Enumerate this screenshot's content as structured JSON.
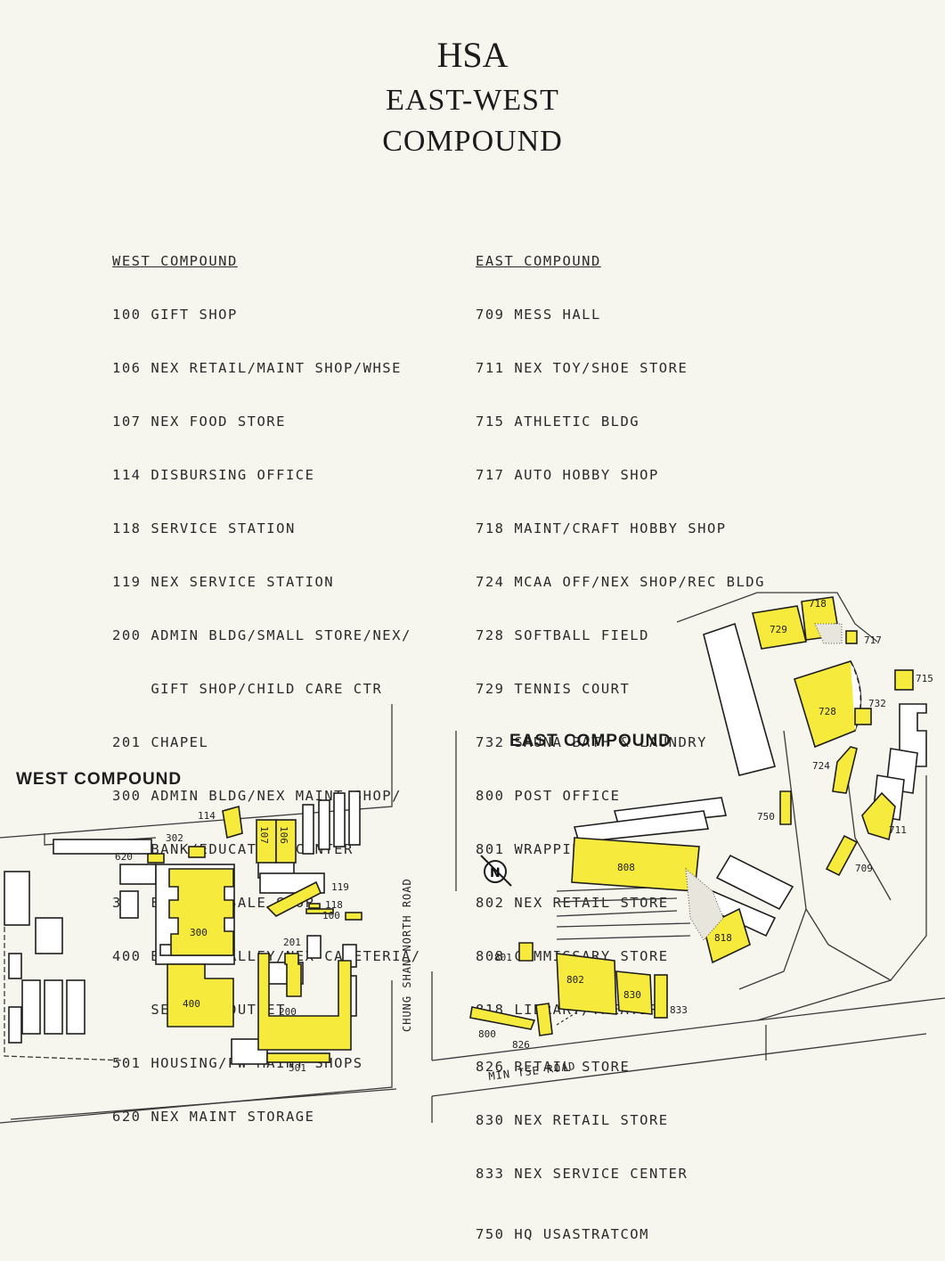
{
  "title": {
    "line1": "HSA",
    "line2": "EAST-WEST",
    "line3": "COMPOUND"
  },
  "legend": {
    "west_header": "WEST COMPOUND",
    "west": [
      "100 GIFT SHOP",
      "106 NEX RETAIL/MAINT SHOP/WHSE",
      "107 NEX FOOD STORE",
      "114 DISBURSING OFFICE",
      "118 SERVICE STATION",
      "119 NEX SERVICE STATION",
      "200 ADMIN BLDG/SMALL STORE/NEX/",
      "    GIFT SHOP/CHILD CARE CTR",
      "201 CHAPEL",
      "300 ADMIN BLDG/NEX MAINT SHOP/",
      "    BANK/EDUCATION CENTER",
      "302 EMBASSY SALE SHOP",
      "400 BOWLING ALLEY/NEX CAFETERIA/",
      "    SERVICE OUTLET",
      "501 HOUSING/PW MAINT SHOPS",
      "620 NEX MAINT STORAGE"
    ],
    "east_header": "EAST COMPOUND",
    "east": [
      "709 MESS HALL",
      "711 NEX TOY/SHOE STORE",
      "715 ATHLETIC BLDG",
      "717 AUTO HOBBY SHOP",
      "718 MAINT/CRAFT HOBBY SHOP",
      "724 MCAA OFF/NEX SHOP/REC BLDG",
      "728 SOFTBALL FIELD",
      "729 TENNIS COURT",
      "732 SAUNA BATH & LAUNDRY",
      "800 POST OFFICE",
      "801 WRAPPING SERVICE",
      "802 NEX RETAIL STORE",
      "808 COMMISSARY STORE",
      "818 LIBRARY/THEATER",
      "826 RETAIL STORE",
      "830 NEX RETAIL STORE",
      "833 NEX SERVICE CENTER",
      "750 HQ USASTRATCOM"
    ]
  },
  "map": {
    "west_label": "WEST COMPOUND",
    "east_label": "EAST COMPOUND",
    "road_north": "CHUNG SHAN NORTH ROAD",
    "road_south": "MIN TSE ROAD",
    "north_symbol": "N",
    "highlight_color": "#f6ea3d",
    "buildings": {
      "b114": "114",
      "b302": "302",
      "b107": "107",
      "b106": "106",
      "b620": "620",
      "b119": "119",
      "b118": "118",
      "b100": "100",
      "b300": "300",
      "b201": "201",
      "b400": "400",
      "b200": "200",
      "b501": "501",
      "b729": "729",
      "b718": "718",
      "b717": "717",
      "b715": "715",
      "b728": "728",
      "b732": "732",
      "b724": "724",
      "b750": "750",
      "b711": "711",
      "b709": "709",
      "b808": "808",
      "b818": "818",
      "b801": "801",
      "b802": "802",
      "b830": "830",
      "b833": "833",
      "b800": "800",
      "b826": "826"
    }
  }
}
